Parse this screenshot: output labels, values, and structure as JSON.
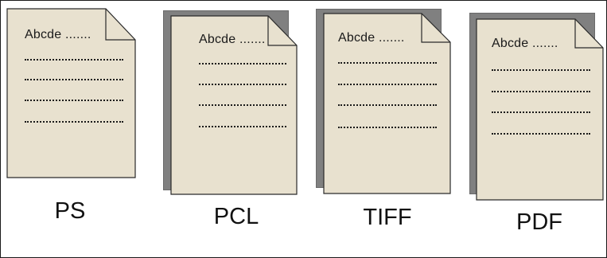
{
  "colors": {
    "page": "#e8e1cf",
    "shadow": "#808080",
    "stroke": "#2a2a2a"
  },
  "documents": [
    {
      "heading": "Abcde .......",
      "format": "PS"
    },
    {
      "heading": "Abcde .......",
      "format": "PCL"
    },
    {
      "heading": "Abcde .......",
      "format": "TIFF"
    },
    {
      "heading": "Abcde .......",
      "format": "PDF"
    }
  ]
}
